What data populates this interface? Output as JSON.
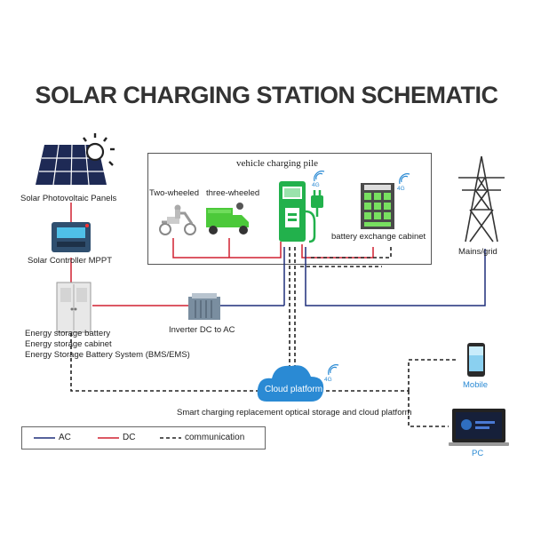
{
  "title": "SOLAR CHARGING STATION SCHEMATIC",
  "nodes": {
    "solar_panels": "Solar Photovoltaic Panels",
    "solar_controller": "Solar Controller MPPT",
    "energy_storage": [
      "Energy storage battery",
      "Energy storage cabinet",
      "Energy Storage Battery System (BMS/EMS)"
    ],
    "inverter": "Inverter DC to AC",
    "charging_pile": "vehicle charging pile",
    "two_wheeled": "Two-wheeled",
    "three_wheeled": "three-wheeled",
    "battery_cabinet": "battery exchange cabinet",
    "mains_grid": "Mains/grid",
    "cloud_platform": "Cloud platform",
    "cloud_caption": "Smart charging replacement optical storage and cloud platform",
    "mobile": "Mobile",
    "pc": "PC",
    "signal_4g": "4G"
  },
  "legend": {
    "ac": "AC",
    "dc": "DC",
    "communication": "communication"
  },
  "colors": {
    "ac_line": "#1f2f7a",
    "dc_line": "#d02030",
    "communication_line": "#222222",
    "charger_green": "#22b14c",
    "cloud_blue": "#2a8ad4",
    "device_label_blue": "#2a8ad4"
  }
}
